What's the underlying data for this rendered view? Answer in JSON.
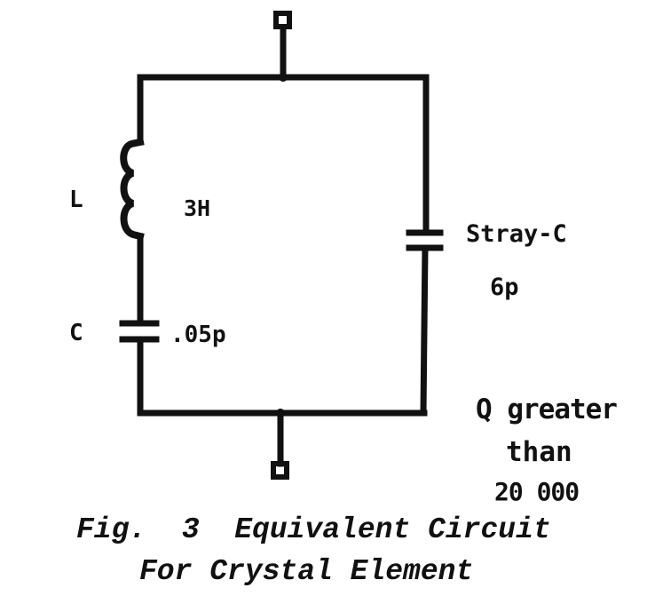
{
  "figure": {
    "caption_line1": "Fig.  3  Equivalent Circuit",
    "caption_line2": "For Crystal Element"
  },
  "circuit": {
    "inductor": {
      "symbol": "L",
      "value": "3H"
    },
    "series_capacitor": {
      "symbol": "C",
      "value": ".05p"
    },
    "stray_capacitor": {
      "label": "Stray-C",
      "value": "6p"
    },
    "quality_note": {
      "line1": "Q greater",
      "line2": "than",
      "line3": "20 000"
    },
    "terminals": [
      "top-terminal",
      "bottom-terminal"
    ]
  },
  "colors": {
    "ink": "#111111",
    "background": "#ffffff"
  }
}
